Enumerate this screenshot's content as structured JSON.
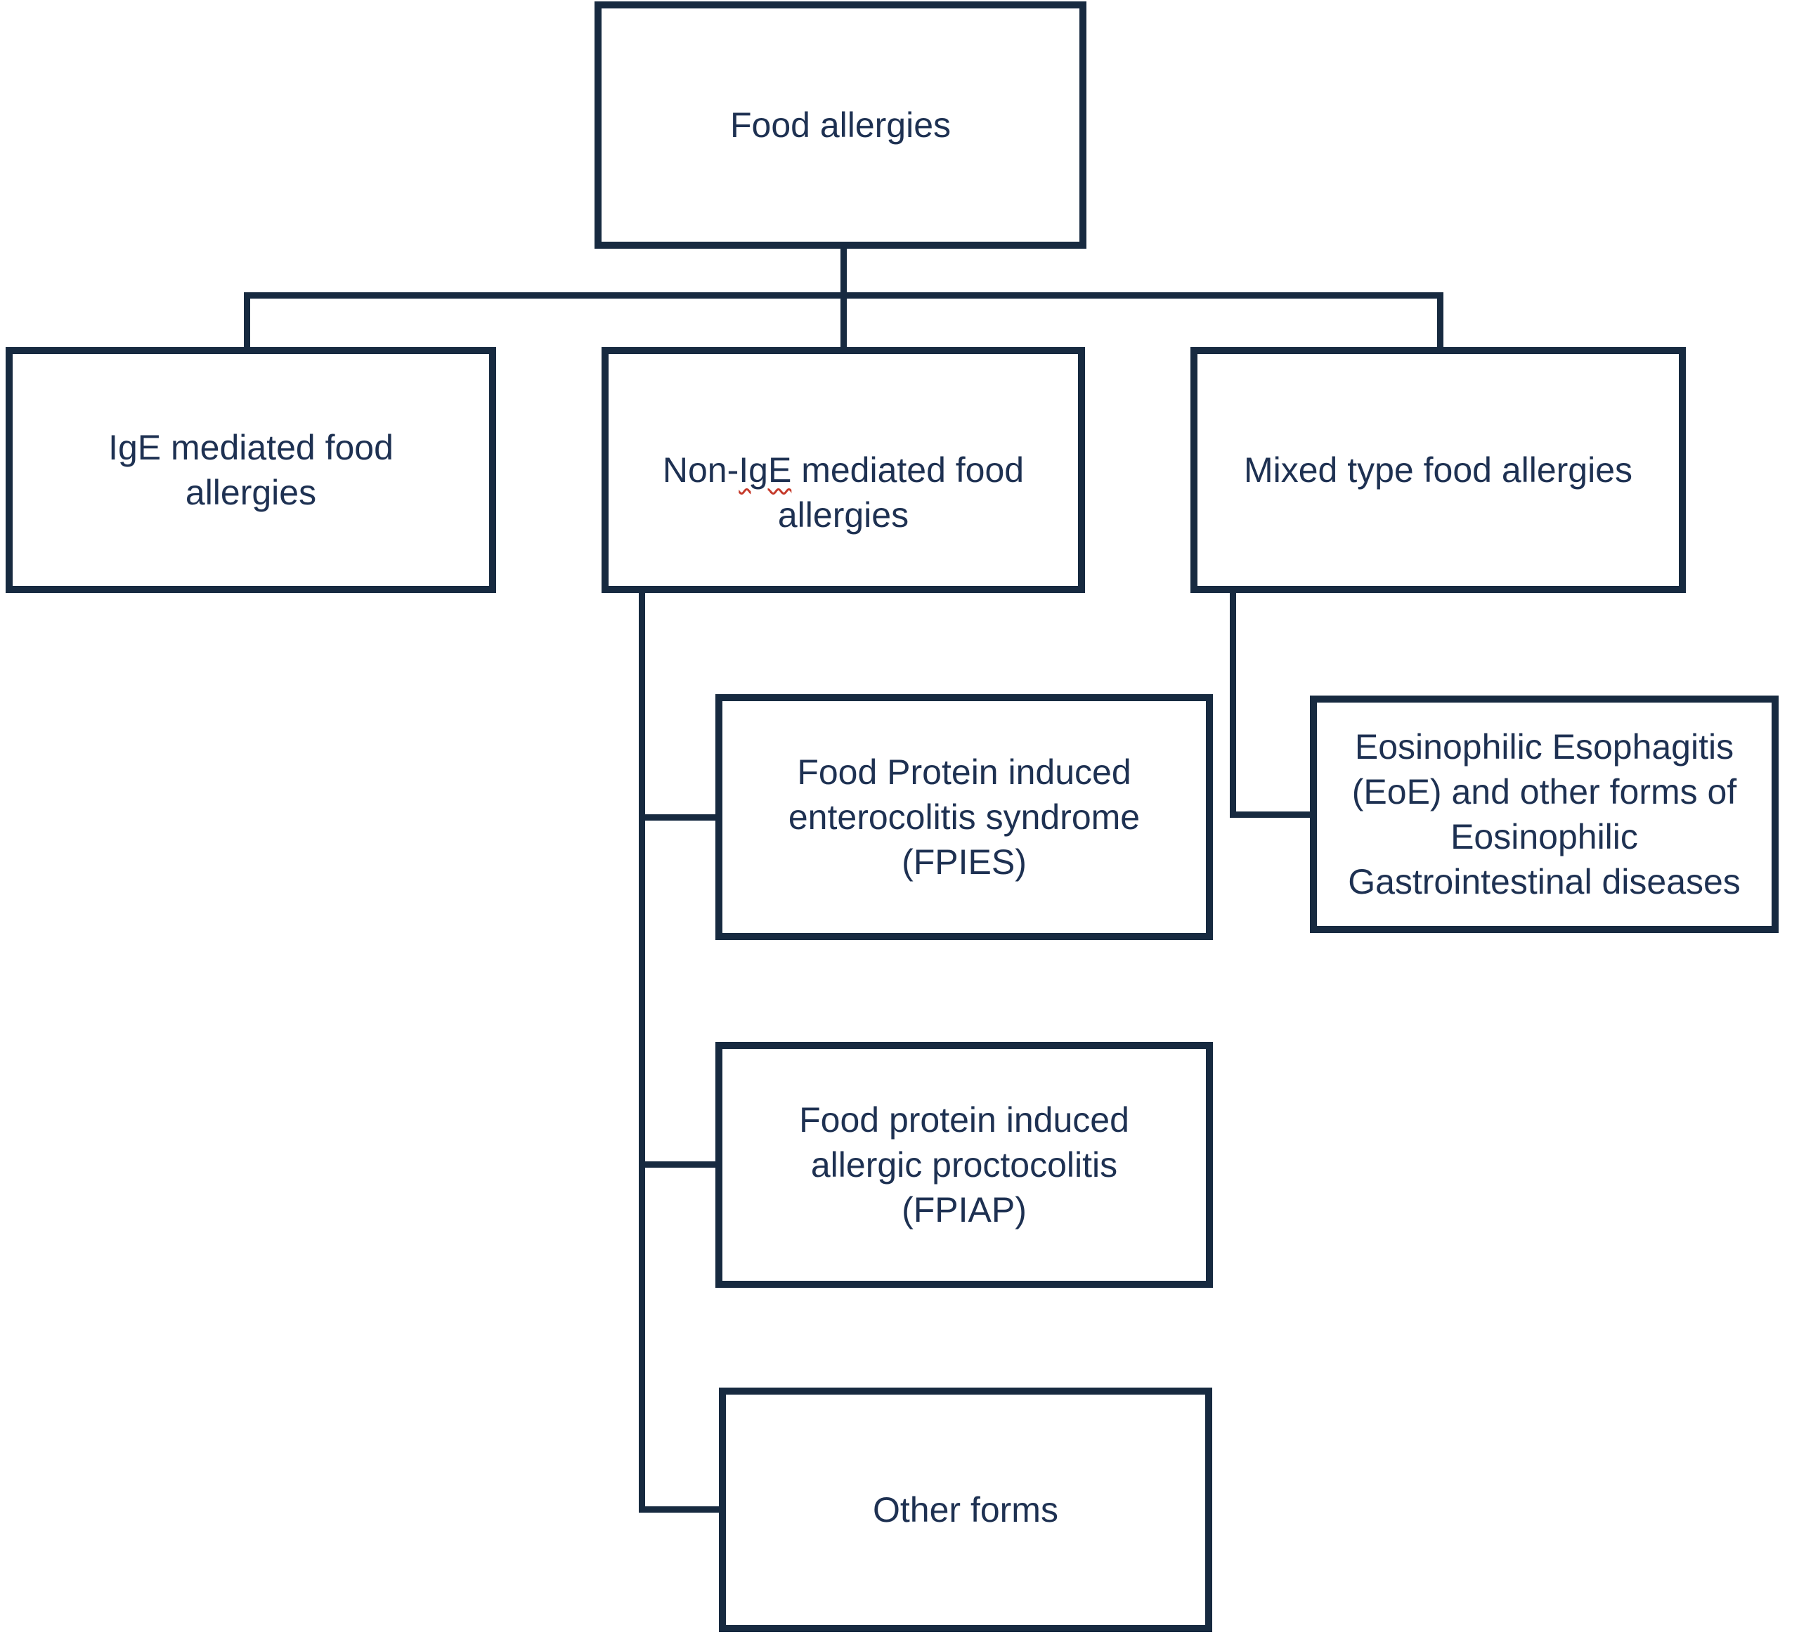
{
  "colors": {
    "background": "#ffffff",
    "line": "#172a40",
    "text": "#1e3152",
    "spellcheck_underline": "#c53a2b"
  },
  "nodes": {
    "root": {
      "label": "Food allergies"
    },
    "ige": {
      "label": "IgE mediated food\nallergies"
    },
    "non_ige": {
      "label_prefix": "Non-",
      "label_underlined": "IgE",
      "label_suffix": " mediated food\nallergies"
    },
    "mixed": {
      "label": "Mixed type food allergies"
    },
    "fpies": {
      "label": "Food Protein induced\nenterocolitis syndrome\n(FPIES)"
    },
    "eoe": {
      "label": "Eosinophilic Esophagitis\n(EoE) and other forms of\nEosinophilic\nGastrointestinal diseases"
    },
    "fpiap": {
      "label": "Food protein induced\nallergic proctocolitis\n(FPIAP)"
    },
    "other": {
      "label": "Other forms"
    }
  }
}
